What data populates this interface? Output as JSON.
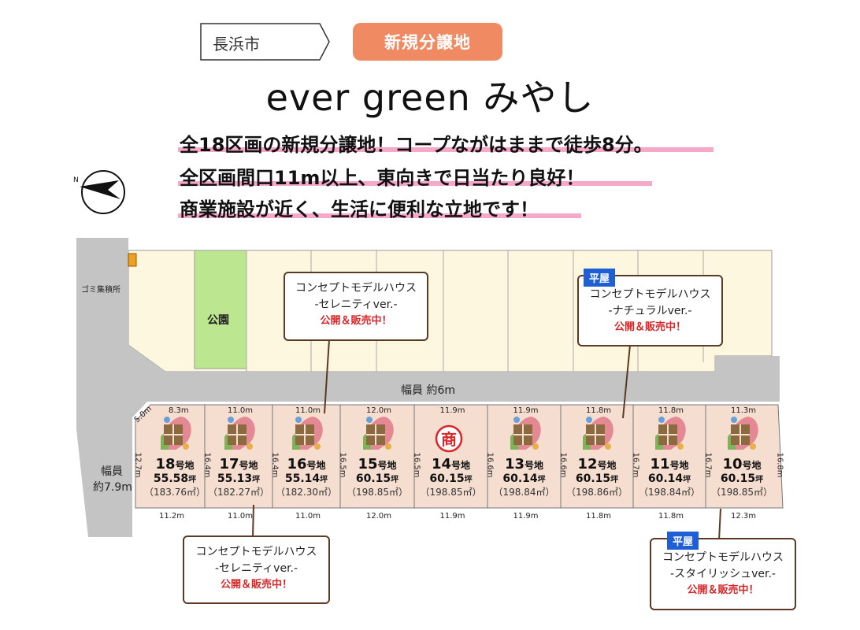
{
  "header": {
    "city": "長浜市",
    "badge": "新規分譲地",
    "title": "ever green みやし",
    "taglines": [
      "全18区画の新規分譲地！コープながはままで徒歩8分。",
      "全区画間口11m以上、東向きで日当たり良好！",
      "商業施設が近く、生活に便利な立地です！"
    ]
  },
  "compass": {
    "label": "N"
  },
  "map": {
    "garbage_label": "ゴミ集積所",
    "park_label": "公園",
    "road_main_label": "幅員 約6m",
    "road_side_label_1": "幅員",
    "road_side_label_2": "約7.9m",
    "corner_cut": "5.0m",
    "shop_mark": "商",
    "lots": [
      {
        "num": "18",
        "suffix": "号地",
        "tsubo": "55.58",
        "tsubo_unit": "坪",
        "sqm": "（183.76㎡）",
        "top": "8.3m",
        "bottom": "11.2m",
        "left": "12.7m"
      },
      {
        "num": "17",
        "suffix": "号地",
        "tsubo": "55.13",
        "tsubo_unit": "坪",
        "sqm": "（182.27㎡）",
        "top": "11.0m",
        "bottom": "11.0m",
        "left": "16.4m"
      },
      {
        "num": "16",
        "suffix": "号地",
        "tsubo": "55.14",
        "tsubo_unit": "坪",
        "sqm": "（182.30㎡）",
        "top": "11.0m",
        "bottom": "11.0m",
        "left": "16.4m"
      },
      {
        "num": "15",
        "suffix": "号地",
        "tsubo": "60.15",
        "tsubo_unit": "坪",
        "sqm": "（198.85㎡）",
        "top": "12.0m",
        "bottom": "12.0m",
        "left": "16.5m"
      },
      {
        "num": "14",
        "suffix": "号地",
        "tsubo": "60.15",
        "tsubo_unit": "坪",
        "sqm": "（198.85㎡）",
        "top": "11.9m",
        "bottom": "11.9m",
        "left": "16.5m"
      },
      {
        "num": "13",
        "suffix": "号地",
        "tsubo": "60.14",
        "tsubo_unit": "坪",
        "sqm": "（198.84㎡）",
        "top": "11.9m",
        "bottom": "11.9m",
        "left": "16.6m"
      },
      {
        "num": "12",
        "suffix": "号地",
        "tsubo": "60.15",
        "tsubo_unit": "坪",
        "sqm": "（198.86㎡）",
        "top": "11.8m",
        "bottom": "11.8m",
        "left": "16.6m"
      },
      {
        "num": "11",
        "suffix": "号地",
        "tsubo": "60.14",
        "tsubo_unit": "坪",
        "sqm": "（198.84㎡）",
        "top": "11.8m",
        "bottom": "11.8m",
        "left": "16.7m"
      },
      {
        "num": "10",
        "suffix": "号地",
        "tsubo": "60.15",
        "tsubo_unit": "坪",
        "sqm": "（198.85㎡）",
        "top": "11.3m",
        "bottom": "12.3m",
        "left": "16.7m",
        "right": "16.8m"
      }
    ],
    "callouts": {
      "c16": {
        "l1": "コンセプトモデルハウス",
        "l2": "-セレニティver.-",
        "l3": "公開＆販売中！"
      },
      "c12": {
        "tag": "平屋",
        "l1": "コンセプトモデルハウス",
        "l2": "-ナチュラルver.-",
        "l3": "公開＆販売中！"
      },
      "c17": {
        "l1": "コンセプトモデルハウス",
        "l2": "-セレニティver.-",
        "l3": "公開＆販売中！"
      },
      "c10": {
        "tag": "平屋",
        "l1": "コンセプトモデルハウス",
        "l2": "-スタイリッシュver.-",
        "l3": "公開＆販売中！"
      }
    }
  },
  "colors": {
    "badge": "#ef8a63",
    "lot_fill": "#f5ddd0",
    "upper_lot_fill": "#fdf7df",
    "park": "#bde690",
    "road": "#c4c4c4",
    "highlight": "#f6a8c9",
    "callout_text_red": "#d8282a",
    "hiraya_tag": "#1f5fd6"
  }
}
